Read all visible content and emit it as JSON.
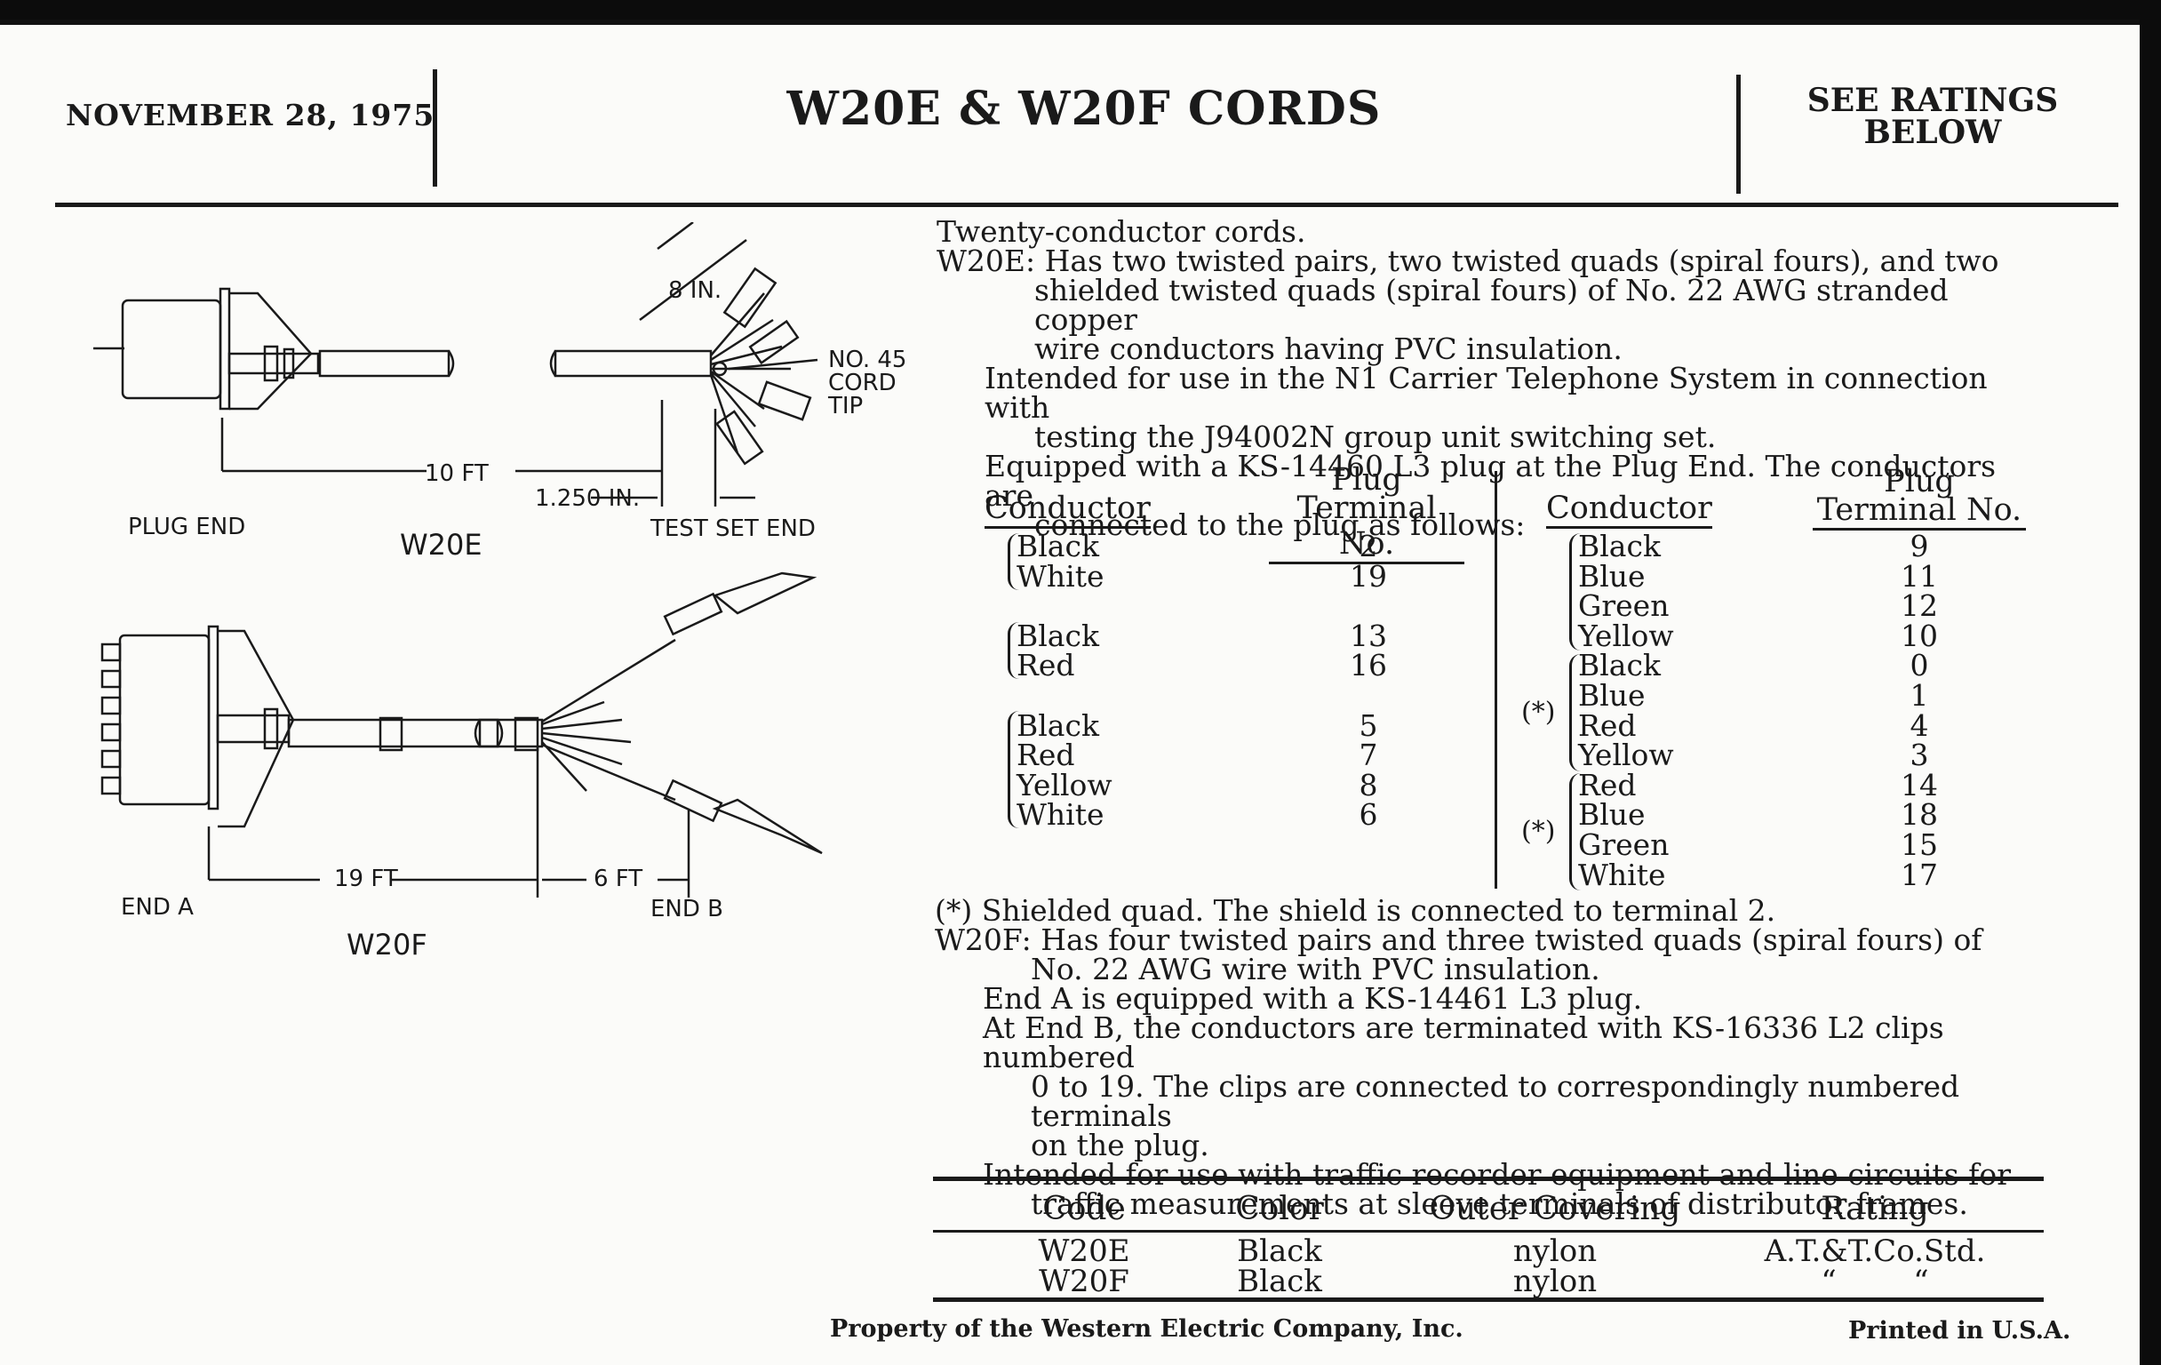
{
  "header": {
    "date": "NOVEMBER 28, 1975",
    "title": "W20E & W20F CORDS",
    "see_ratings_1": "SEE RATINGS",
    "see_ratings_2": "BELOW"
  },
  "diagram_labels": {
    "w20e": {
      "eight_in": "8 IN.",
      "no45_1": "NO. 45",
      "no45_2": "CORD",
      "no45_3": "TIP",
      "ten_ft": "10 FT",
      "dim_1250": "1.250 IN.",
      "plug_end": "PLUG END",
      "name": "W20E",
      "test_set_end": "TEST SET END"
    },
    "w20f": {
      "nineteen_ft": "19 FT",
      "six_ft": "6 FT",
      "end_a": "END A",
      "name": "W20F",
      "end_b": "END B"
    }
  },
  "text_lines": [
    "Twenty-conductor cords.",
    "W20E:  Has two twisted pairs, two twisted quads (spiral fours), and two",
    "shielded twisted quads (spiral fours) of No. 22 AWG stranded copper",
    "wire conductors having PVC insulation.",
    "Intended for use in the N1 Carrier Telephone System in connection with",
    "testing the J94002N group unit switching set.",
    "Equipped with a KS-14460 L3 plug at the Plug End.  The conductors are",
    "connected to the plug as follows:"
  ],
  "conductor_table": {
    "h_conductor": "Conductor",
    "h_plug": "Plug",
    "h_terminal": "Terminal No.",
    "left": [
      {
        "c": "Black",
        "t": "2"
      },
      {
        "c": "White",
        "t": "19"
      },
      {
        "c": "",
        "t": ""
      },
      {
        "c": "Black",
        "t": "13"
      },
      {
        "c": "Red",
        "t": "16"
      },
      {
        "c": "",
        "t": ""
      },
      {
        "c": "Black",
        "t": "5"
      },
      {
        "c": "Red",
        "t": "7"
      },
      {
        "c": "Yellow",
        "t": "8"
      },
      {
        "c": "White",
        "t": "6"
      }
    ],
    "right": [
      {
        "c": "Black",
        "t": "9"
      },
      {
        "c": "Blue",
        "t": "11"
      },
      {
        "c": "Green",
        "t": "12"
      },
      {
        "c": "Yellow",
        "t": "10"
      },
      {
        "c": "Black",
        "t": "0"
      },
      {
        "c": "Blue",
        "t": "1"
      },
      {
        "c": "Red",
        "t": "4"
      },
      {
        "c": "Yellow",
        "t": "3"
      },
      {
        "c": "Red",
        "t": "14"
      },
      {
        "c": "Blue",
        "t": "18"
      },
      {
        "c": "Green",
        "t": "15"
      },
      {
        "c": "White",
        "t": "17"
      }
    ],
    "star": "(*)"
  },
  "text_lines_2": [
    "(*) Shielded quad.  The shield is connected to terminal 2.",
    "W20F:  Has four twisted pairs and three twisted quads (spiral fours) of",
    "No. 22 AWG wire with PVC insulation.",
    "End A is equipped with a KS-14461 L3 plug.",
    "At End B, the conductors are terminated with KS-16336 L2 clips numbered",
    "0 to 19.  The clips are connected to correspondingly numbered terminals",
    "on the plug.",
    "Intended for use with traffic recorder equipment and line circuits for",
    "traffic measurements at sleeve terminals of distributor frames."
  ],
  "ratings_table": {
    "headers": [
      "Code",
      "Color",
      "Outer Covering",
      "Rating"
    ],
    "rows": [
      [
        "W20E",
        "Black",
        "nylon",
        "A.T.&T.Co.Std."
      ],
      [
        "W20F",
        "Black",
        "nylon",
        "“        “"
      ]
    ]
  },
  "footer": {
    "property": "Property of the Western Electric Company, Inc.",
    "printed": "Printed in U.S.A."
  }
}
